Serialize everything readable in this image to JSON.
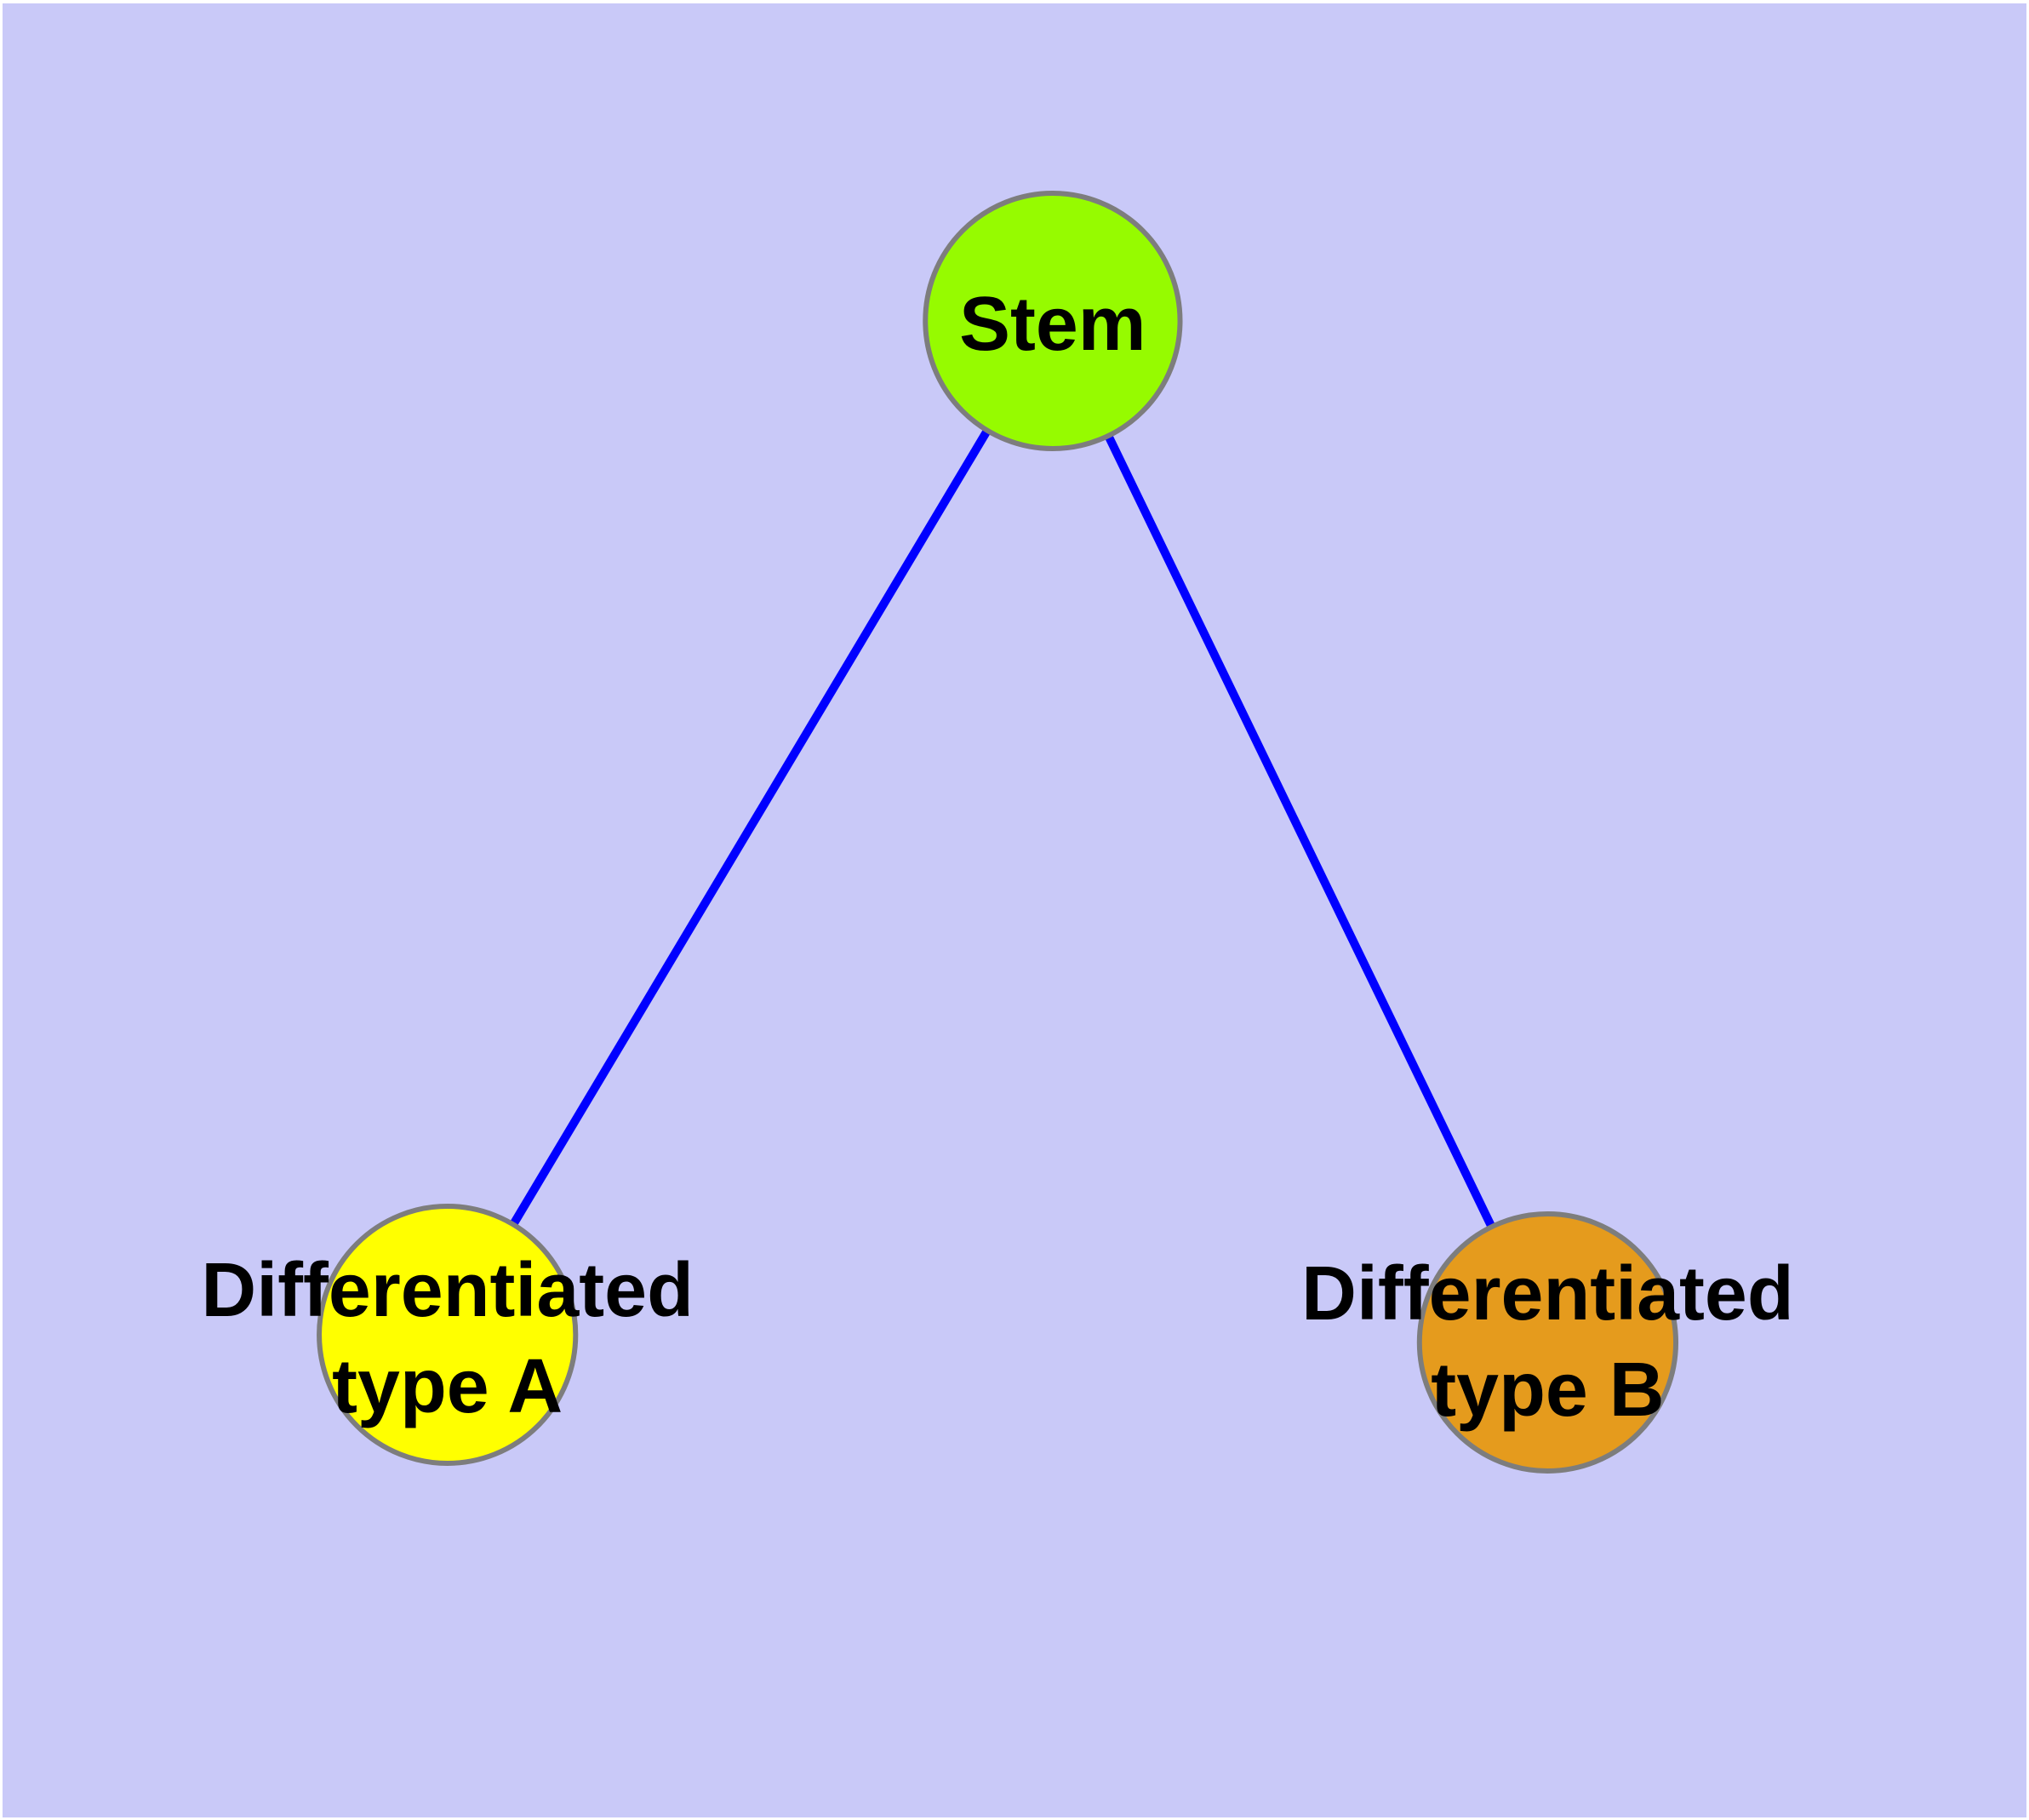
{
  "diagram": {
    "type": "network-graph",
    "description": "Cell differentiation hierarchy: a stem node linked to two differentiated cell type nodes",
    "style": {
      "background_color": "#C9C9F8",
      "frame_color": "#FFFFFF",
      "edge_color": "#0000FF",
      "node_border_color": "#7D7D7D",
      "label_color": "#000000"
    },
    "nodes": {
      "stem": {
        "label": "Stem",
        "fill": "#96FB00"
      },
      "type_a": {
        "label_line1": "Differentiated",
        "label_line2": "type A",
        "fill": "#FFFF00"
      },
      "type_b": {
        "label_line1": "Differentiated",
        "label_line2": "type B",
        "fill": "#E59B1D"
      }
    },
    "edges": [
      {
        "from": "Stem",
        "to": "Differentiated type A"
      },
      {
        "from": "Stem",
        "to": "Differentiated type B"
      }
    ]
  }
}
